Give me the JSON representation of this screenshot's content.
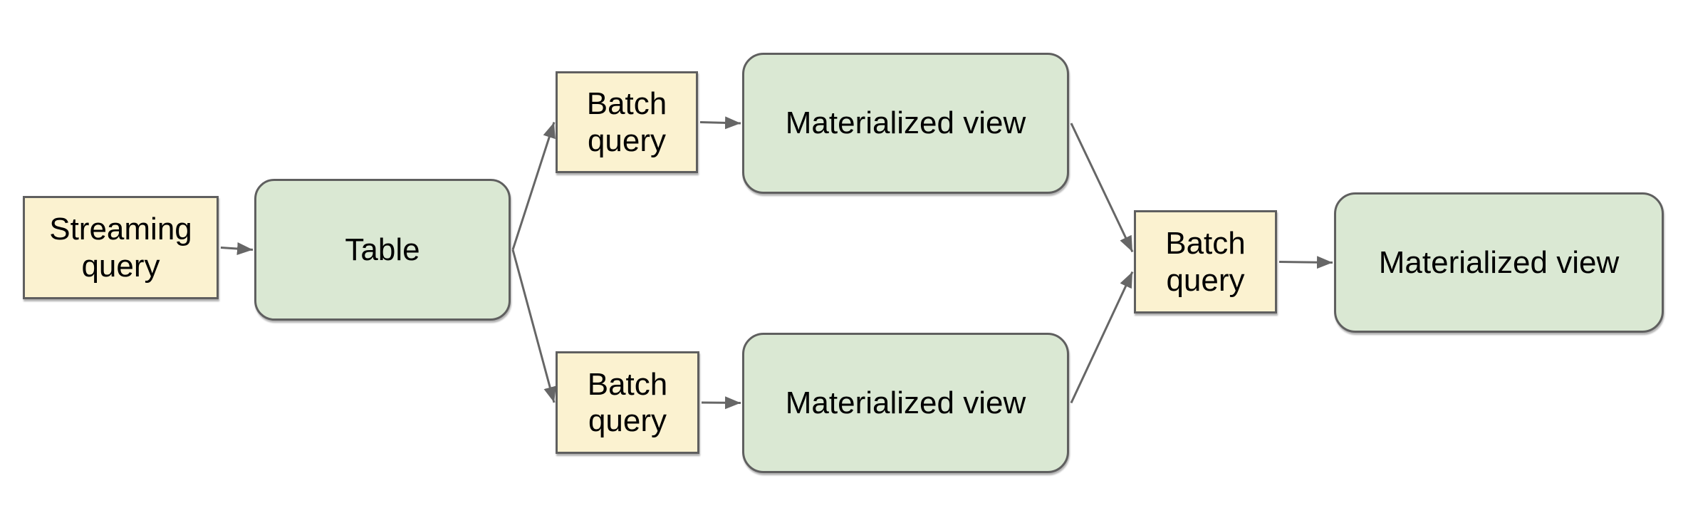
{
  "diagram": {
    "background_color": "#ffffff",
    "colors": {
      "query_fill": "#fbf2d0",
      "store_fill": "#dae8d3",
      "shape_border": "#5f5f5f",
      "arrow": "#666666",
      "text": "#000000"
    },
    "nodes": [
      {
        "id": "streaming-query",
        "label": "Streaming query",
        "shape": "rectangle",
        "fill": "query"
      },
      {
        "id": "table",
        "label": "Table",
        "shape": "rounded-rectangle",
        "fill": "store"
      },
      {
        "id": "batch-query-top",
        "label": "Batch query",
        "shape": "rectangle",
        "fill": "query"
      },
      {
        "id": "materialized-view-top",
        "label": "Materialized view",
        "shape": "rounded-rectangle",
        "fill": "store"
      },
      {
        "id": "batch-query-bottom",
        "label": "Batch query",
        "shape": "rectangle",
        "fill": "query"
      },
      {
        "id": "materialized-view-bottom",
        "label": "Materialized view",
        "shape": "rounded-rectangle",
        "fill": "store"
      },
      {
        "id": "batch-query-right",
        "label": "Batch query",
        "shape": "rectangle",
        "fill": "query"
      },
      {
        "id": "materialized-view-right",
        "label": "Materialized view",
        "shape": "rounded-rectangle",
        "fill": "store"
      }
    ],
    "edges": [
      {
        "from": "streaming-query",
        "to": "table"
      },
      {
        "from": "table",
        "to": "batch-query-top"
      },
      {
        "from": "table",
        "to": "batch-query-bottom"
      },
      {
        "from": "batch-query-top",
        "to": "materialized-view-top"
      },
      {
        "from": "batch-query-bottom",
        "to": "materialized-view-bottom"
      },
      {
        "from": "materialized-view-top",
        "to": "batch-query-right"
      },
      {
        "from": "materialized-view-bottom",
        "to": "batch-query-right"
      },
      {
        "from": "batch-query-right",
        "to": "materialized-view-right"
      }
    ]
  }
}
